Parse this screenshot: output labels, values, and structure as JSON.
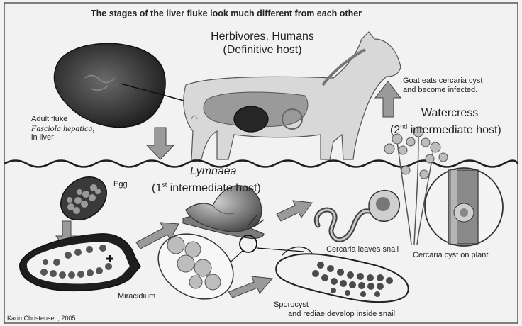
{
  "title": "The stages of the liver fluke look much different from each other",
  "labels": {
    "definitive_host_line1": "Herbivores, Humans",
    "definitive_host_line2": "(Definitive host)",
    "goat_eats_line1": "Goat eats cercaria cyst",
    "goat_eats_line2": "and become infected.",
    "watercress": "Watercress",
    "second_host_num": "(2",
    "second_host_sup": "nd",
    "second_host_rest": " intermediate host)",
    "adult_fluke_line1": "Adult fluke",
    "adult_fluke_line2": "Fasciola hepatica,",
    "adult_fluke_line3": "in liver",
    "lymnaea": "Lymnaea",
    "first_host_num": "(1",
    "first_host_sup": "st",
    "first_host_rest": " intermediate host)",
    "egg": "Egg",
    "cercaria_leaves": "Cercaria leaves snail",
    "cercaria_cyst": "Cercaria cyst on plant",
    "miracidium": "Miracidium",
    "sporocyst_line1": "Sporocyst",
    "sporocyst_line2": "and rediae develop inside snail",
    "credit": "Karin Christensen, 2005"
  },
  "colors": {
    "background": "#f2f2f2",
    "outline": "#1e1e1e",
    "mid_gray": "#8c8c8c",
    "dark_gray": "#3a3a3a",
    "light_gray": "#d8d8d8",
    "arrow_fill": "#9a9a9a"
  }
}
